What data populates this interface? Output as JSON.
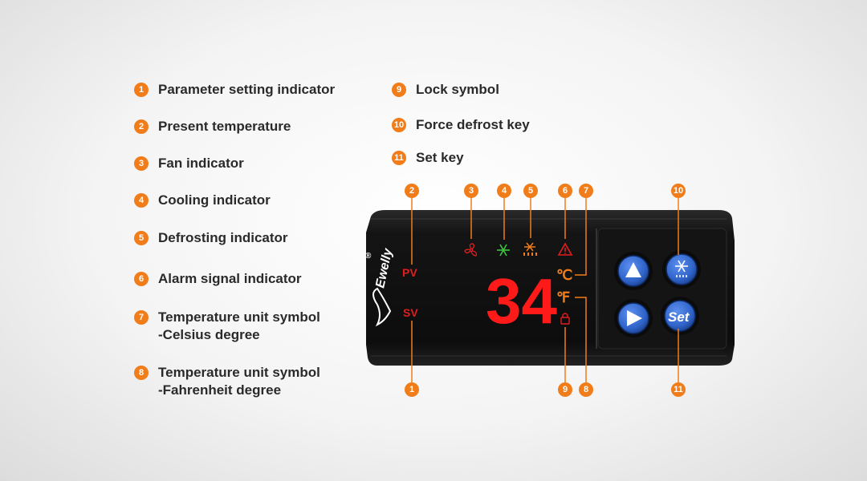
{
  "legend": [
    {
      "num": "1",
      "text": "Parameter setting indicator"
    },
    {
      "num": "2",
      "text": "Present temperature"
    },
    {
      "num": "3",
      "text": "Fan indicator"
    },
    {
      "num": "4",
      "text": "Cooling indicator"
    },
    {
      "num": "5",
      "text": "Defrosting indicator"
    },
    {
      "num": "6",
      "text": "Alarm signal indicator"
    },
    {
      "num": "7",
      "text": "Temperature unit symbol\n-Celsius degree"
    },
    {
      "num": "8",
      "text": "Temperature unit symbol\n-Fahrenheit degree"
    },
    {
      "num": "9",
      "text": "Lock symbol"
    },
    {
      "num": "10",
      "text": "Force defrost key"
    },
    {
      "num": "11",
      "text": "Set key"
    }
  ],
  "device": {
    "brand": "Ewelly",
    "registered": "®",
    "pv_label": "PV",
    "sv_label": "SV",
    "celsius": "℃",
    "fahrenheit": "℉",
    "set_key": "Set",
    "display_value": "34",
    "colors": {
      "orange": "#f07d1a",
      "led_red": "#ff1a1a",
      "pv_red": "#e01e1e",
      "green": "#3cc63c",
      "key_blue": "#2f63c8"
    }
  },
  "callouts": {
    "c1": "1",
    "c2": "2",
    "c3": "3",
    "c4": "4",
    "c5": "5",
    "c6": "6",
    "c7": "7",
    "c8": "8",
    "c9": "9",
    "c10": "10",
    "c11": "11"
  }
}
